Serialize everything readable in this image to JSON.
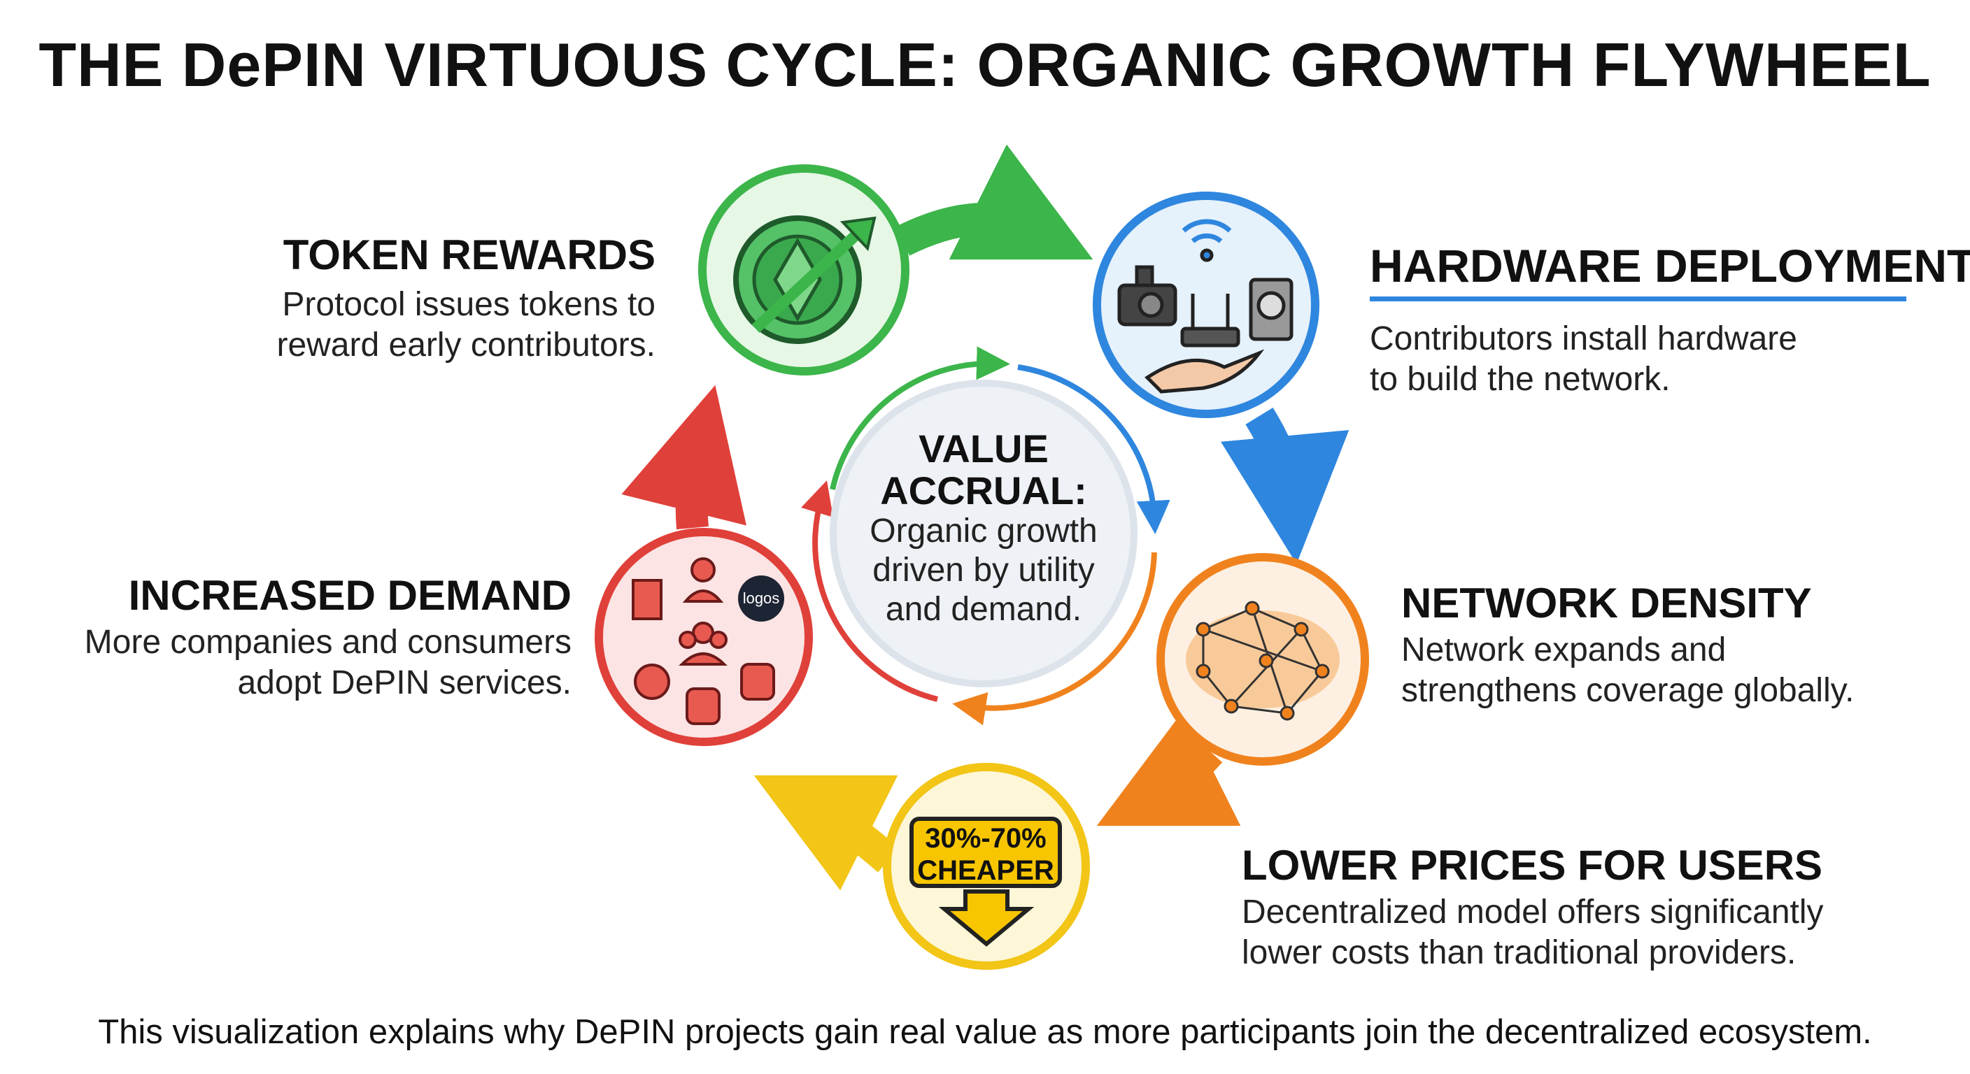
{
  "title": "THE DePIN VIRTUOUS CYCLE: ORGANIC GROWTH FLYWHEEL",
  "stages": {
    "token_rewards": {
      "heading": "TOKEN REWARDS",
      "line1": "Protocol issues tokens to",
      "line2": "reward early contributors.",
      "color": "#3cb54a",
      "icon": "ethereum-coin-growth-icon"
    },
    "hardware_deployment": {
      "heading": "HARDWARE DEPLOYMENT",
      "line1": "Contributors install hardware",
      "line2": "to build the network.",
      "color": "#2e86de",
      "icon": "hardware-devices-icon"
    },
    "network_density": {
      "heading": "NETWORK DENSITY",
      "line1": "Network expands and",
      "line2": "strengthens coverage globally.",
      "color": "#f0821e",
      "icon": "world-network-icon"
    },
    "lower_prices": {
      "heading": "LOWER PRICES FOR USERS",
      "line1": "Decentralized model offers significantly",
      "line2": "lower costs than traditional providers.",
      "color": "#f2c516",
      "badge_line1": "30%-70%",
      "badge_line2": "CHEAPER",
      "icon": "down-arrow-price-icon"
    },
    "increased_demand": {
      "heading": "INCREASED DEMAND",
      "line1": "More companies and consumers",
      "line2": "adopt DePIN services.",
      "color": "#e0403a",
      "logo_text": "logos",
      "icon": "users-companies-icon"
    }
  },
  "center": {
    "line1": "VALUE",
    "line2": "ACCRUAL:",
    "body1": "Organic growth",
    "body2": "driven by utility",
    "body3": "and demand."
  },
  "footer": "This visualization explains why DePIN projects gain real value as more participants join the decentralized ecosystem."
}
